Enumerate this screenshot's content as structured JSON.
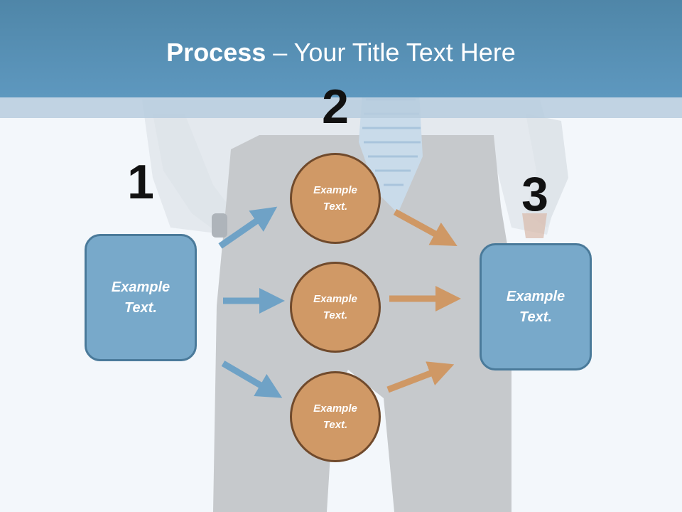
{
  "title": {
    "bold": "Process",
    "rest": " – Your Title Text Here"
  },
  "steps": {
    "step1": "1",
    "step2": "2",
    "step3": "3"
  },
  "left_box": {
    "label": "Example Text."
  },
  "right_box": {
    "label": "Example Text."
  },
  "circles": [
    {
      "label": "Example Text."
    },
    {
      "label": "Example Text."
    },
    {
      "label": "Example Text."
    }
  ],
  "colors": {
    "title_bar": "#5e98bf",
    "box_fill": "#78a9ca",
    "circle_fill": "#d09966",
    "blue_arrow": "#6fa2c6",
    "orange_arrow": "#cf9865"
  }
}
